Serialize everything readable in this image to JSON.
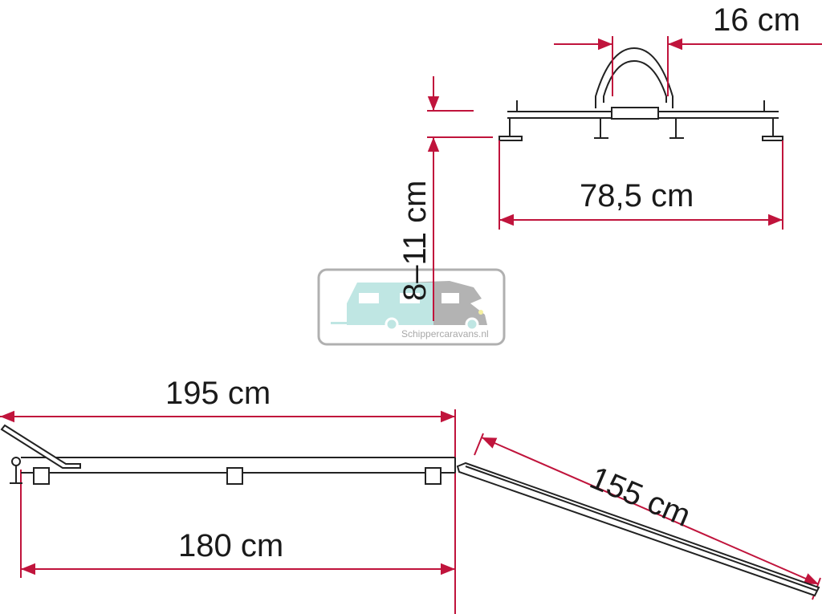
{
  "diagram": {
    "subject": "ladder and bike rack dimensions",
    "dimensions": {
      "rail_width": "16 cm",
      "rack_height": "8–11 cm",
      "rack_width": "78,5 cm",
      "total_length": "195 cm",
      "rail_length": "180 cm",
      "ramp_length": "155 cm"
    },
    "colors": {
      "dimension_line": "#c0143c",
      "outline": "#222222",
      "watermark_caravan": "#bfe6e3",
      "watermark_camper": "#b3b3b3"
    }
  },
  "watermark": {
    "text": "Schippercaravans.nl"
  }
}
